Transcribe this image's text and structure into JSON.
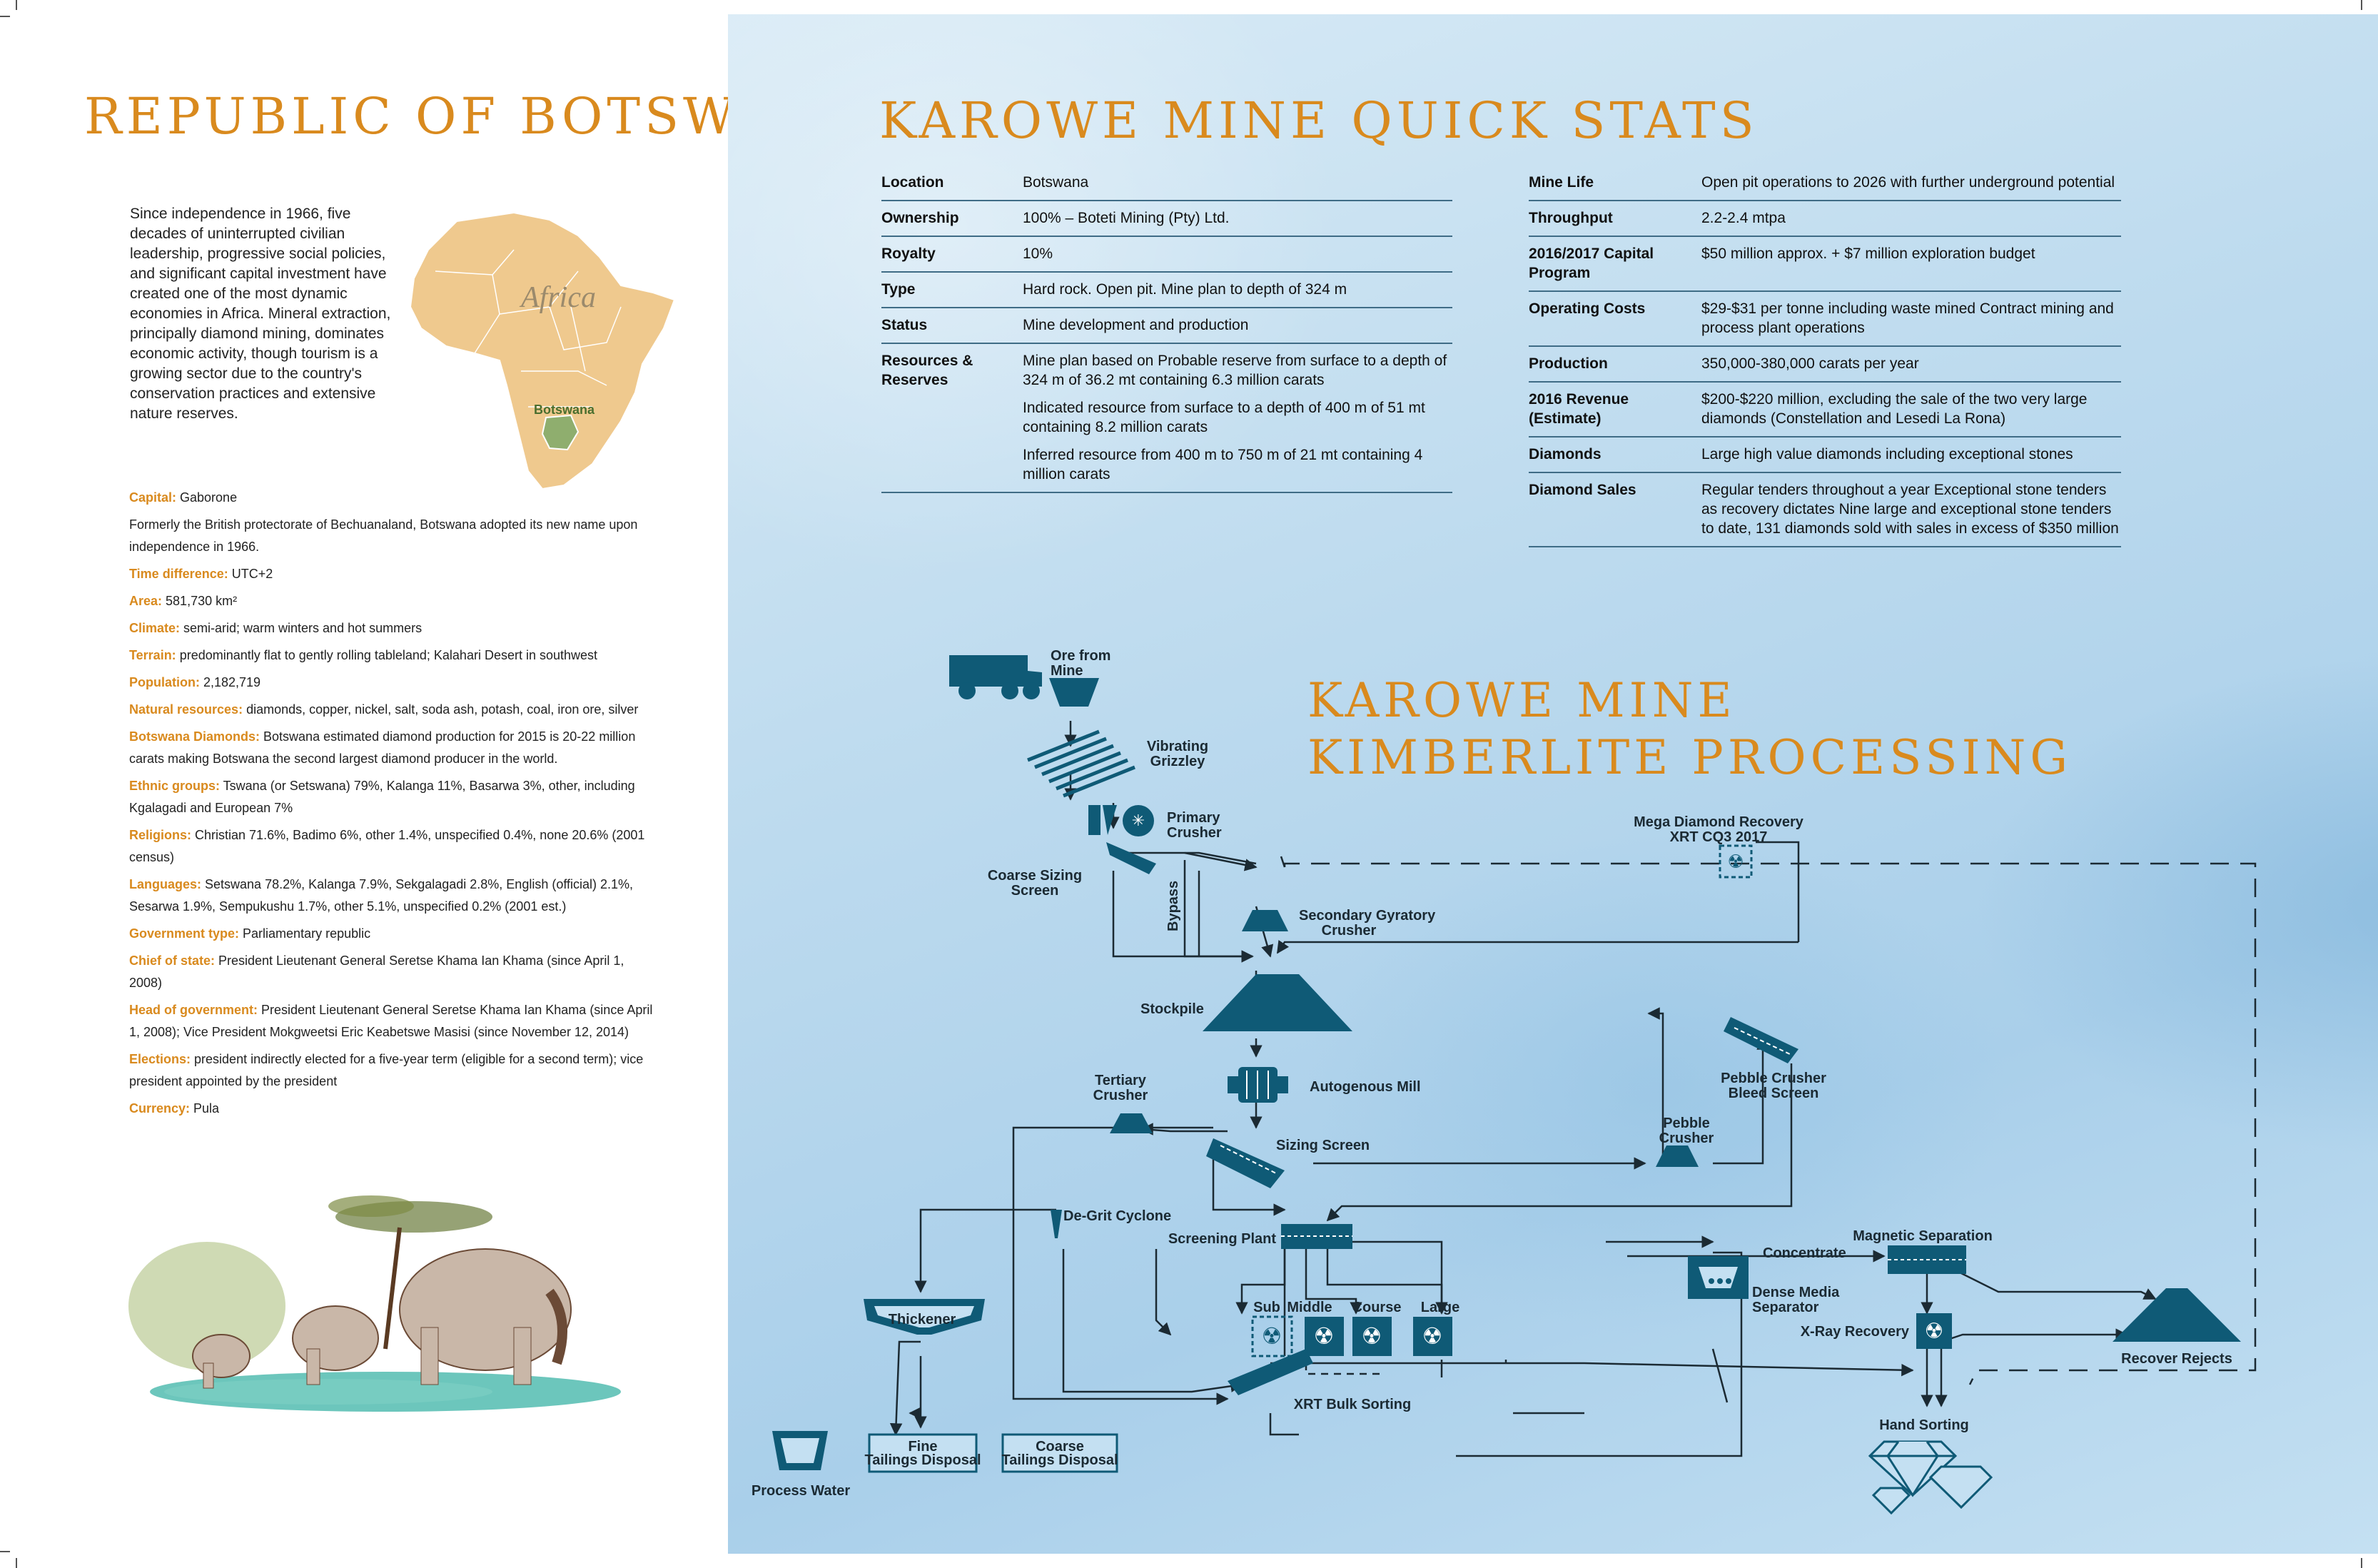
{
  "left": {
    "title": "REPUBLIC OF BOTSWANA",
    "intro": "Since independence in 1966, five decades of uninterrupted civilian leadership, progressive social policies, and significant capital investment have created one of the most dynamic economies in Africa. Mineral extraction, principally diamond mining, dominates economic activity, though tourism is a growing sector due to the country's conservation practices and extensive nature reserves.",
    "map": {
      "continent_label": "Africa",
      "country_label": "Botswana",
      "land_color": "#efc98e",
      "country_color": "#8fae6e"
    },
    "facts": [
      {
        "key": "Capital:",
        "value": " Gaborone"
      },
      {
        "key": "",
        "value": "Formerly the British protectorate of Bechuanaland, Botswana adopted its new name upon independence in 1966."
      },
      {
        "key": "Time difference:",
        "value": " UTC+2"
      },
      {
        "key": "Area:",
        "value": " 581,730 km²"
      },
      {
        "key": "Climate:",
        "value": " semi-arid; warm winters and hot summers"
      },
      {
        "key": "Terrain:",
        "value": " predominantly flat to gently rolling tableland; Kalahari Desert in southwest"
      },
      {
        "key": "Population:",
        "value": " 2,182,719"
      },
      {
        "key": "Natural resources:",
        "value": " diamonds, copper, nickel, salt, soda ash, potash, coal, iron ore, silver"
      },
      {
        "key": "Botswana Diamonds:",
        "value": " Botswana estimated diamond production for 2015 is 20-22 million carats making Botswana the second largest diamond producer in the world."
      },
      {
        "key": "Ethnic groups:",
        "value": " Tswana (or Setswana) 79%, Kalanga 11%, Basarwa 3%, other, including Kgalagadi and European 7%"
      },
      {
        "key": "Religions:",
        "value": " Christian 71.6%, Badimo 6%, other 1.4%, unspecified 0.4%, none 20.6% (2001 census)"
      },
      {
        "key": "Languages:",
        "value": " Setswana 78.2%, Kalanga 7.9%, Sekgalagadi 2.8%, English (official) 2.1%, Sesarwa 1.9%, Sempukushu 1.7%, other 5.1%, unspecified 0.2% (2001 est.)"
      },
      {
        "key": "Government type:",
        "value": " Parliamentary republic"
      },
      {
        "key": "Chief of state:",
        "value": " President Lieutenant General Seretse Khama Ian Khama (since April 1, 2008)"
      },
      {
        "key": "Head of government:",
        "value": " President Lieutenant General Seretse Khama Ian Khama (since April 1, 2008); Vice President Mokgweetsi Eric Keabetswe Masisi (since November 12, 2014)"
      },
      {
        "key": "Elections:",
        "value": " president indirectly elected for a five-year term (eligible for a second term); vice president appointed by the president"
      },
      {
        "key": "Currency:",
        "value": " Pula"
      }
    ]
  },
  "stats": {
    "title": "KAROWE MINE QUICK STATS",
    "left_rows": [
      {
        "key": "Location",
        "values": [
          "Botswana"
        ]
      },
      {
        "key": "Ownership",
        "values": [
          "100% – Boteti Mining (Pty) Ltd."
        ]
      },
      {
        "key": "Royalty",
        "values": [
          "10%"
        ]
      },
      {
        "key": "Type",
        "values": [
          "Hard rock. Open pit. Mine plan to depth of 324 m"
        ]
      },
      {
        "key": "Status",
        "values": [
          "Mine development and production"
        ]
      },
      {
        "key": "Resources & Reserves",
        "values": [
          "Mine plan based on Probable reserve from surface to a depth of 324 m of 36.2 mt containing 6.3 million carats",
          "Indicated resource from surface to a depth of 400 m of 51 mt containing 8.2 million carats",
          "Inferred resource from 400 m to 750 m of 21 mt containing 4 million carats"
        ]
      }
    ],
    "right_rows": [
      {
        "key": "Mine Life",
        "values": [
          "Open pit operations to 2026 with further underground potential"
        ]
      },
      {
        "key": "Throughput",
        "values": [
          "2.2-2.4 mtpa"
        ]
      },
      {
        "key": "2016/2017 Capital Program",
        "values": [
          "$50 million approx. + $7 million exploration budget"
        ]
      },
      {
        "key": "Operating Costs",
        "values": [
          "$29-$31 per tonne including waste mined Contract mining and process plant operations"
        ]
      },
      {
        "key": "Production",
        "values": [
          "350,000-380,000 carats per year"
        ]
      },
      {
        "key": "2016 Revenue (Estimate)",
        "values": [
          "$200-$220 million, excluding the sale of the two very large diamonds (Constellation and Lesedi La Rona)"
        ]
      },
      {
        "key": "Diamonds",
        "values": [
          "Large high value diamonds  including exceptional stones"
        ]
      },
      {
        "key": "Diamond Sales",
        "values": [
          "Regular tenders throughout a year Exceptional stone tenders as recovery dictates Nine large and exceptional stone tenders to date, 131 diamonds sold with sales in excess of $350 million"
        ]
      }
    ]
  },
  "process": {
    "title_line1": "KAROWE MINE",
    "title_line2": "KIMBERLITE PROCESSING",
    "labels": {
      "ore_from_mine_1": "Ore from",
      "ore_from_mine_2": "Mine",
      "vibrating_1": "Vibrating",
      "vibrating_2": "Grizzley",
      "primary_1": "Primary",
      "primary_2": "Crusher",
      "coarse_sizing_1": "Coarse Sizing",
      "coarse_sizing_2": "Screen",
      "bypass": "Bypass",
      "secondary_1": "Secondary Gyratory",
      "secondary_2": "Crusher",
      "mega_1": "Mega Diamond Recovery",
      "mega_2": "XRT CQ3 2017",
      "stockpile": "Stockpile",
      "autogenous": "Autogenous Mill",
      "tertiary_1": "Tertiary",
      "tertiary_2": "Crusher",
      "sizing_screen": "Sizing Screen",
      "pebble_bleed_1": "Pebble Crusher",
      "pebble_bleed_2": "Bleed Screen",
      "pebble_1": "Pebble",
      "pebble_2": "Crusher",
      "degrit": "De-Grit Cyclone",
      "screening_plant": "Screening Plant",
      "sub": "Sub",
      "middle": "Middle",
      "course": "Course",
      "large": "Large",
      "xrt_bulk": "XRT Bulk Sorting",
      "thickener": "Thickener",
      "fine_1": "Fine",
      "fine_2": "Tailings Disposal",
      "coarse_1": "Coarse",
      "coarse_2": "Tailings Disposal",
      "process_water": "Process Water",
      "concentrate": "Concentrate",
      "dms_1": "Dense Media",
      "dms_2": "Separator",
      "magnetic": "Magnetic Separation",
      "xray": "X-Ray Recovery",
      "recover_rejects": "Recover Rejects",
      "hand_sorting": "Hand Sorting"
    },
    "colors": {
      "primary": "#0f5a76",
      "line": "#1b2a33",
      "title": "#d98a1e"
    }
  }
}
